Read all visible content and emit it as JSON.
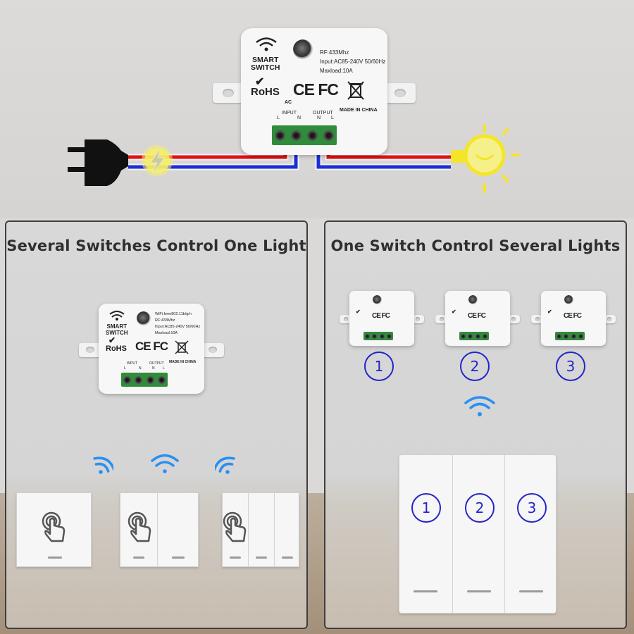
{
  "top_module": {
    "label": "SMART\nSWITCH",
    "rohs": "RoHS",
    "cert": "CE FC",
    "specs": [
      "RF:433Mhz",
      "Input:AC85-240V 50/60Hz",
      "Maxload:10A"
    ],
    "ac": "AC",
    "input": "INPUT",
    "output": "OUTPUT",
    "terminals": [
      "L",
      "N",
      "N",
      "L"
    ],
    "made_in": "MADE IN CHINA"
  },
  "left_panel": {
    "title": "Several Switches Control One Light",
    "module": {
      "label": "SMART\nSWITCH",
      "rohs": "RoHS",
      "cert": "CE FC",
      "specs": [
        "WiFi:Ieee802.11b/g/n",
        "RF:433Mhz",
        "Input:AC85-240V 50/60Hz",
        "Maxload:10A"
      ],
      "input": "INPUT",
      "output": "OUTPUT",
      "terminals": [
        "L",
        "N",
        "N",
        "L"
      ],
      "made_in": "MADE IN CHINA"
    }
  },
  "right_panel": {
    "title": "One Switch Control Several Lights",
    "module_numbers": [
      "1",
      "2",
      "3"
    ],
    "switch_numbers": [
      "1",
      "2",
      "3"
    ]
  },
  "colors": {
    "wire_live": "#e01010",
    "wire_neutral": "#1b2fd6",
    "wifi_blue": "#2a8ff0",
    "number_blue": "#2424c8",
    "bulb_yellow": "#f5e528",
    "terminal_green": "#2f8d3a"
  },
  "icons": [
    "plug-icon",
    "lightning-icon",
    "bulb-icon",
    "wifi-icon",
    "touch-hand-icon",
    "bin-icon"
  ]
}
